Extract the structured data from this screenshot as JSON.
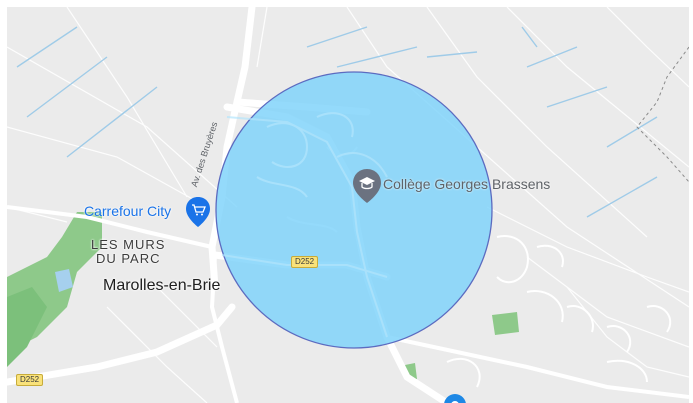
{
  "map": {
    "pois": {
      "college": {
        "label": "Collège Georges Brassens",
        "icon": "school-pin-icon"
      },
      "carrefour": {
        "label": "Carrefour City",
        "icon": "shopping-cart-pin-icon"
      }
    },
    "places": {
      "area": "LES MURS\nDU PARC",
      "town": "Marolles-en-Brie"
    },
    "streets": {
      "avenue": "Av. des Bruyères"
    },
    "road_shields": {
      "center": "D252",
      "corner": "D252"
    },
    "overlay": {
      "shape": "circle",
      "fill": "#81d4fa",
      "stroke": "#5c6bc0"
    },
    "colors": {
      "background": "#ebebeb",
      "road": "#ffffff",
      "water_line": "#9fcbe8",
      "park": "#8ec98a",
      "poi_blue": "#1a73e8",
      "poi_grey": "#5f6368"
    }
  }
}
